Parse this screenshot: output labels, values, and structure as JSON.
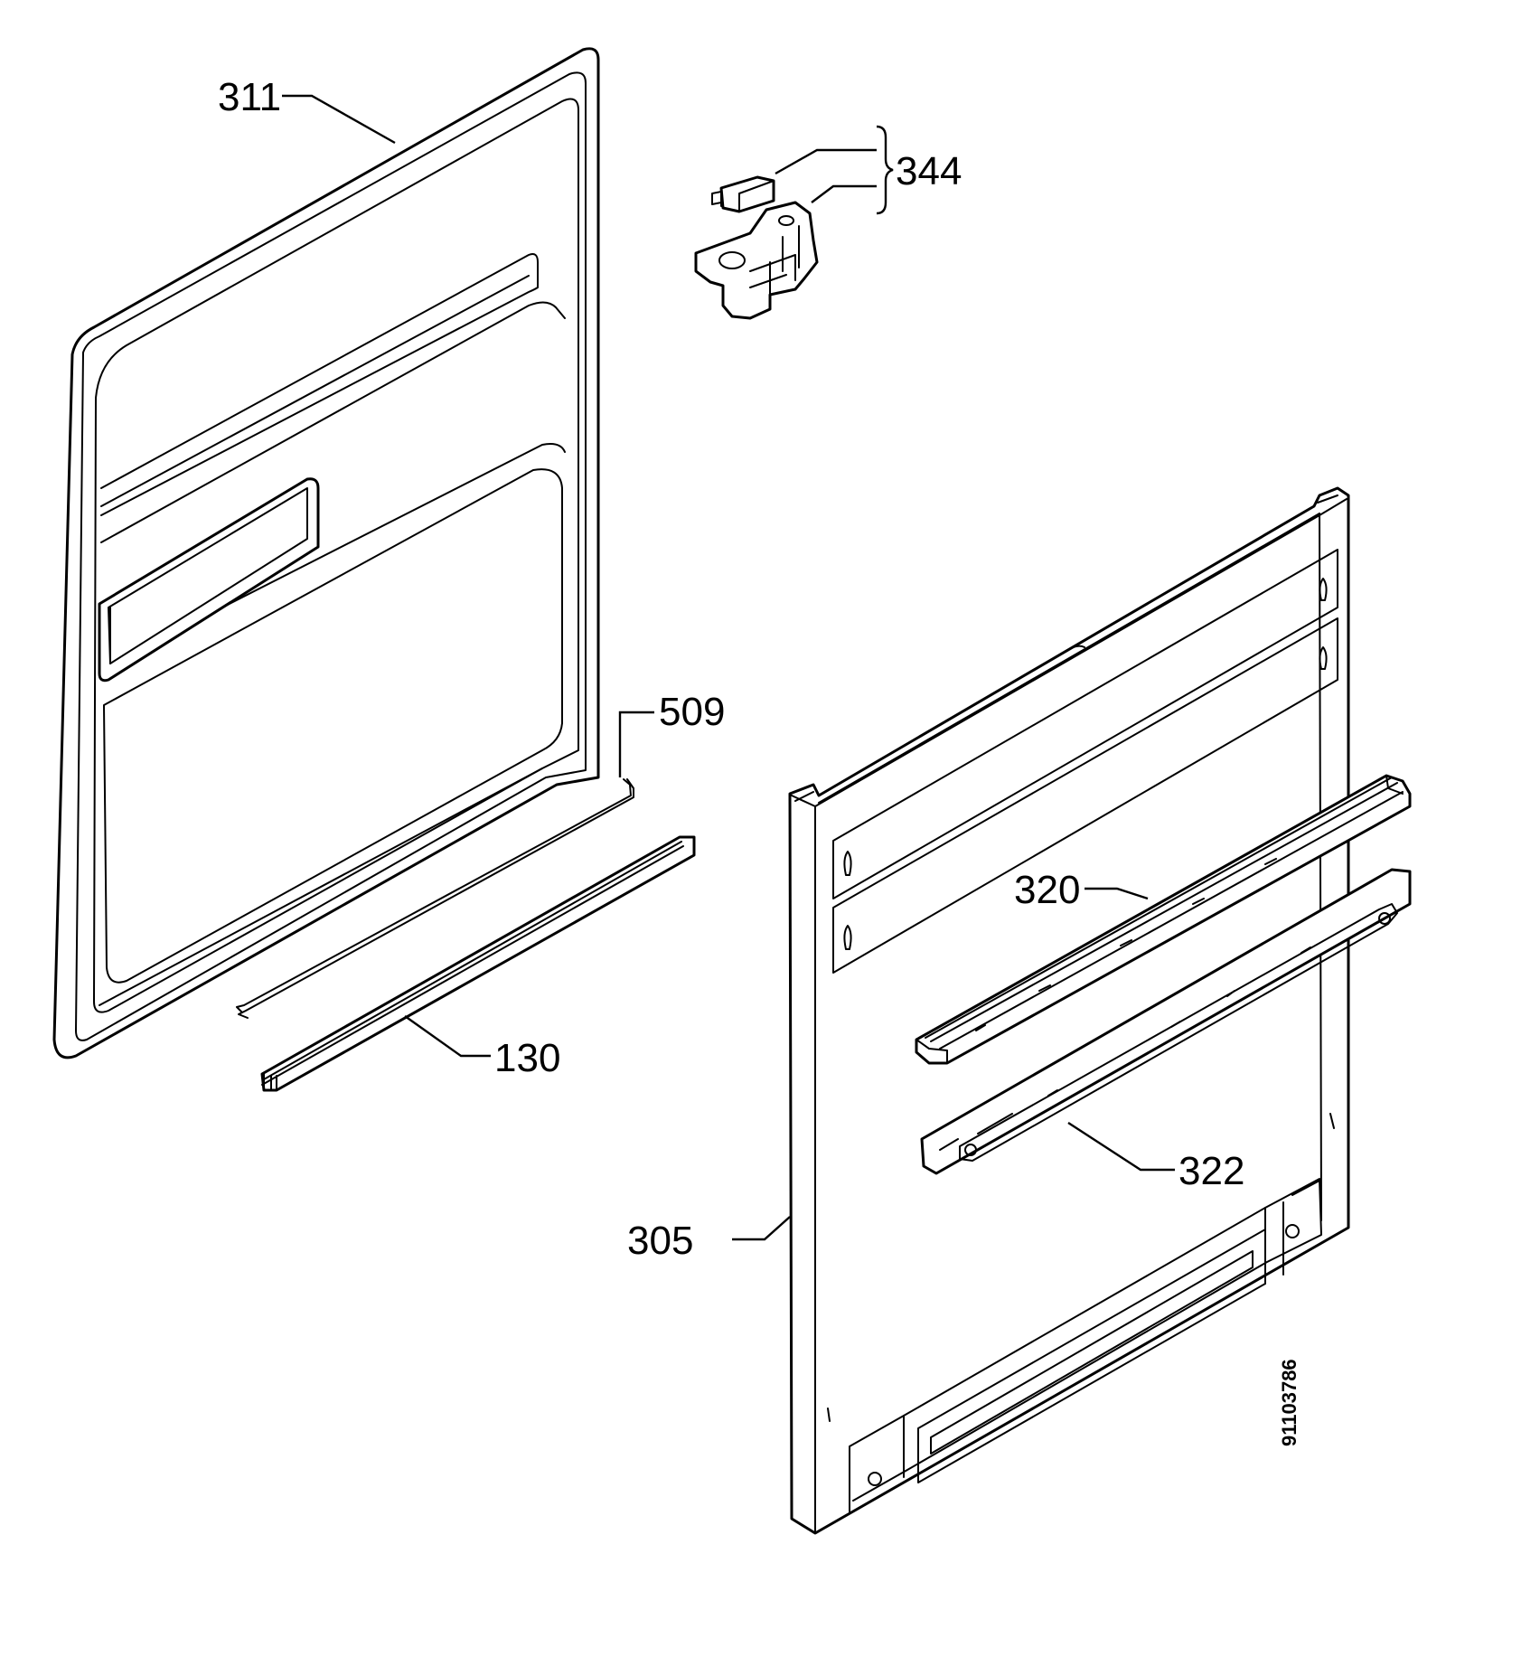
{
  "diagram": {
    "parts": {
      "p311": {
        "label": "311"
      },
      "p344": {
        "label": "344"
      },
      "p509": {
        "label": "509"
      },
      "p130": {
        "label": "130"
      },
      "p320": {
        "label": "320"
      },
      "p322": {
        "label": "322"
      },
      "p305": {
        "label": "305"
      }
    },
    "document_number": "91103786"
  }
}
